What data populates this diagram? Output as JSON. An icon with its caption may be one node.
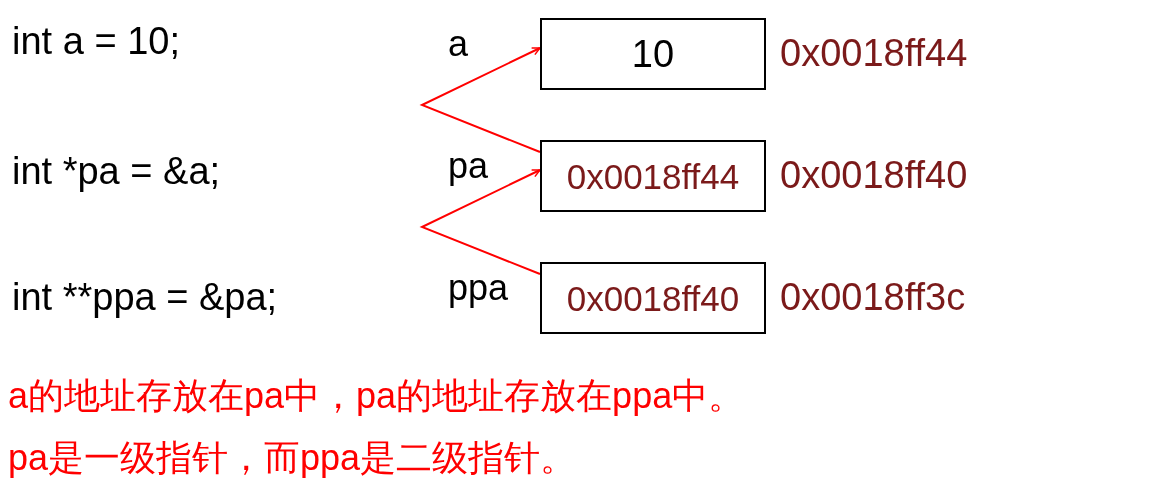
{
  "diagram": {
    "nodes": [
      {
        "text": [
          "10"
        ],
        "beside": [
          "a",
          "0x0018ff44"
        ]
      },
      {
        "text": [
          "0x0018ff44"
        ],
        "beside": [
          "pa",
          "0x0018ff40"
        ]
      },
      {
        "text": [
          "0x0018ff40"
        ],
        "beside": [
          "ppa",
          "0x0018ff3c"
        ]
      }
    ],
    "edges": [
      {
        "from": 1,
        "to": 0,
        "arrow": "to",
        "color": "#ff0000"
      },
      {
        "from": 2,
        "to": 1,
        "arrow": "to",
        "color": "#ff0000"
      }
    ],
    "labels": [
      "int a = 10;",
      "int *pa = &a;",
      "int **ppa = &pa;",
      "a的地址存放在pa中，pa的地址存放在ppa中。",
      "pa是一级指针，而ppa是二级指针。"
    ]
  }
}
